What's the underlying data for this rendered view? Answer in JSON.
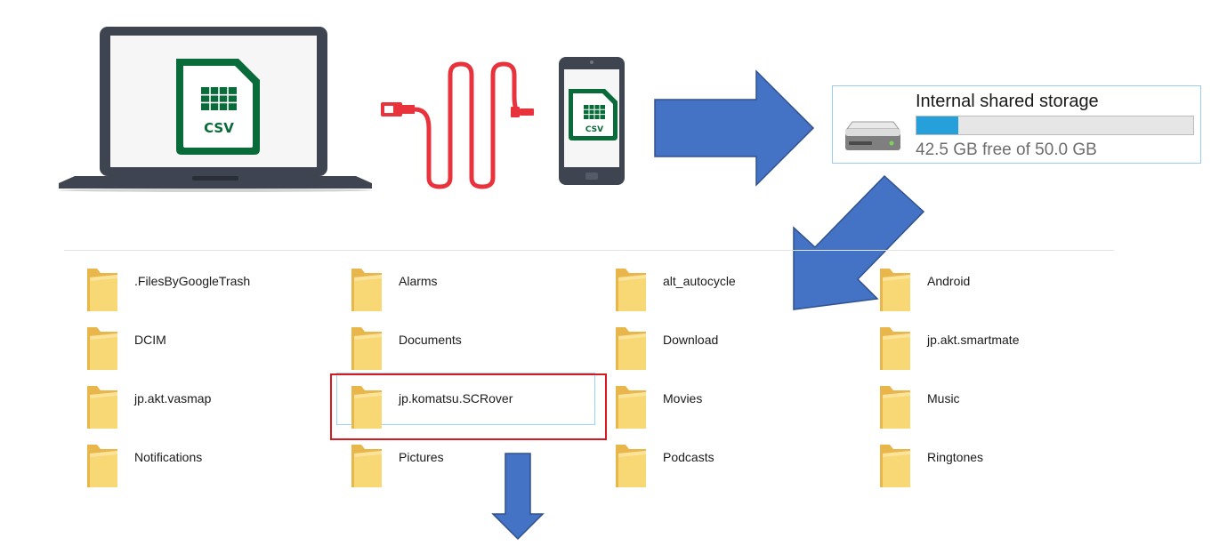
{
  "storage": {
    "title": "Internal shared storage",
    "free_text": "42.5 GB free of 50.0 GB",
    "used_fraction": 0.15,
    "bar_color": "#26a0da"
  },
  "laptop_file_label": "CSV",
  "phone_file_label": "CSV",
  "folders": [
    {
      "label": ".FilesByGoogleTrash"
    },
    {
      "label": "Alarms"
    },
    {
      "label": "alt_autocycle"
    },
    {
      "label": "Android"
    },
    {
      "label": "DCIM"
    },
    {
      "label": "Documents"
    },
    {
      "label": "Download"
    },
    {
      "label": "jp.akt.smartmate"
    },
    {
      "label": "jp.akt.vasmap"
    },
    {
      "label": "jp.komatsu.SCRover",
      "selected": true
    },
    {
      "label": "Movies"
    },
    {
      "label": "Music"
    },
    {
      "label": "Notifications"
    },
    {
      "label": "Pictures"
    },
    {
      "label": "Podcasts"
    },
    {
      "label": "Ringtones"
    }
  ],
  "colors": {
    "arrow": "#4472c4",
    "arrow_edge": "#2f528f",
    "csv_green": "#0a6b3a",
    "cable_red": "#e8323c",
    "highlight": "#d71920",
    "folder": "#f8d775"
  }
}
